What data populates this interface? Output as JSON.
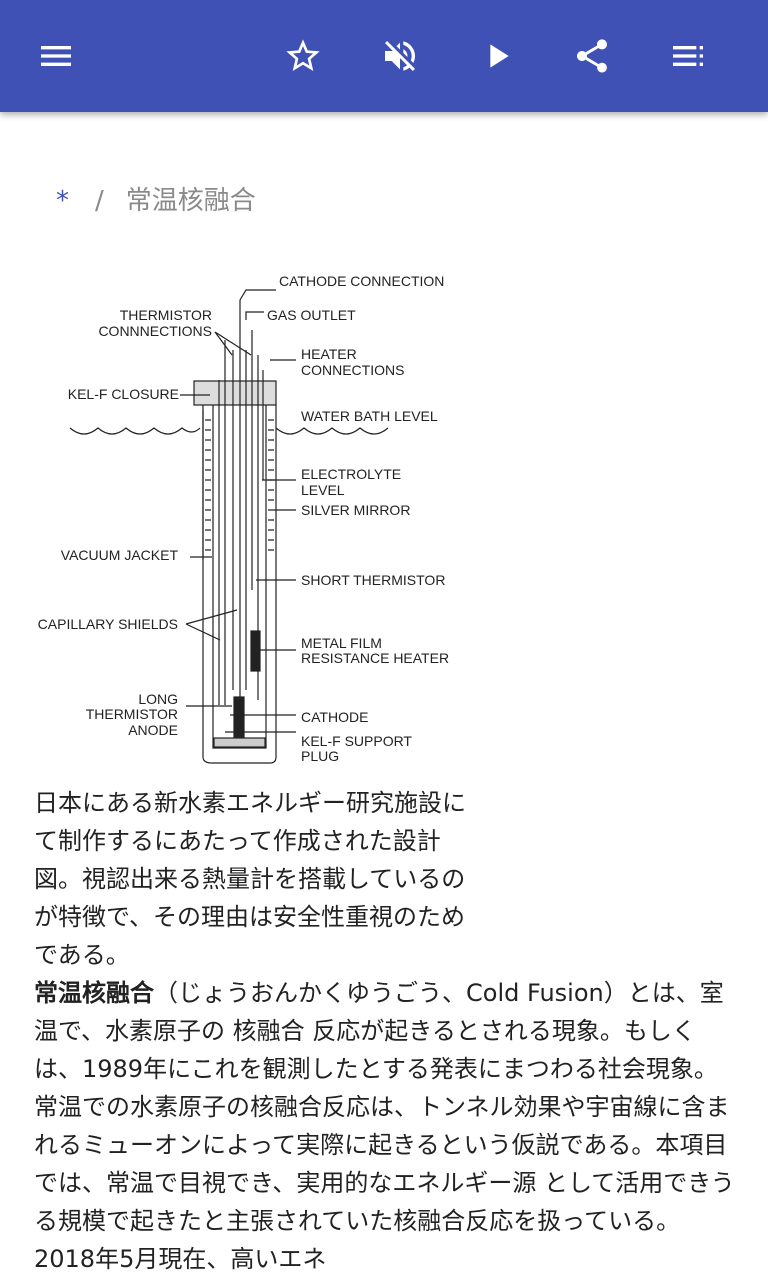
{
  "appbar": {
    "color": "#3F51B5",
    "icons": [
      "menu-icon",
      "star-icon",
      "volume-off-icon",
      "play-icon",
      "share-icon",
      "playlist-icon"
    ]
  },
  "breadcrumb": {
    "root": "*",
    "separator": "/",
    "current": "常温核融合"
  },
  "figure": {
    "labels": {
      "cathode_connection": "CATHODE CONNECTION",
      "thermistor": "THERMISTOR",
      "connnections": "CONNNECTIONS",
      "gas_outlet": "GAS OUTLET",
      "heater": "HEATER",
      "heater_connections": "CONNECTIONS",
      "kel_f_closure": "KEL-F CLOSURE",
      "water_bath_level": "WATER BATH LEVEL",
      "electrolyte": "ELECTROLYTE",
      "level": "LEVEL",
      "silver_mirror": "SILVER MIRROR",
      "vacuum_jacket": "VACUUM JACKET",
      "short_thermistor": "SHORT THERMISTOR",
      "capillary_shields": "CAPILLARY SHIELDS",
      "metal_film": "METAL FILM",
      "resistance_heater": "RESISTANCE HEATER",
      "long": "LONG",
      "long_thermistor": "THERMISTOR",
      "anode": "ANODE",
      "cathode": "CATHODE",
      "kel_f_support": "KEL-F SUPPORT",
      "plug": "PLUG"
    }
  },
  "caption": "日本にある新水素エネルギー研究施設にて制作するにあたって作成された設計図。視認出来る熱量計を搭載しているのが特徴で、その理由は安全性重視のためである。",
  "article": {
    "title_bold": "常温核融合",
    "text": "（じょうおんかくゆうごう、Cold Fusion）とは、室温で、水素原子の 核融合 反応が起きるとされる現象。もしくは、1989年にこれを観測したとする発表にまつわる社会現象。常温での水素原子の核融合反応は、トンネル効果や宇宙線に含まれるミューオンによって実際に起きるという仮説である。本項目では、常温で目視でき、実用的なエネルギー源 として活用できうる規模で起きたと主張されていた核融合反応を扱っている。2018年5月現在、高いエネ"
  }
}
